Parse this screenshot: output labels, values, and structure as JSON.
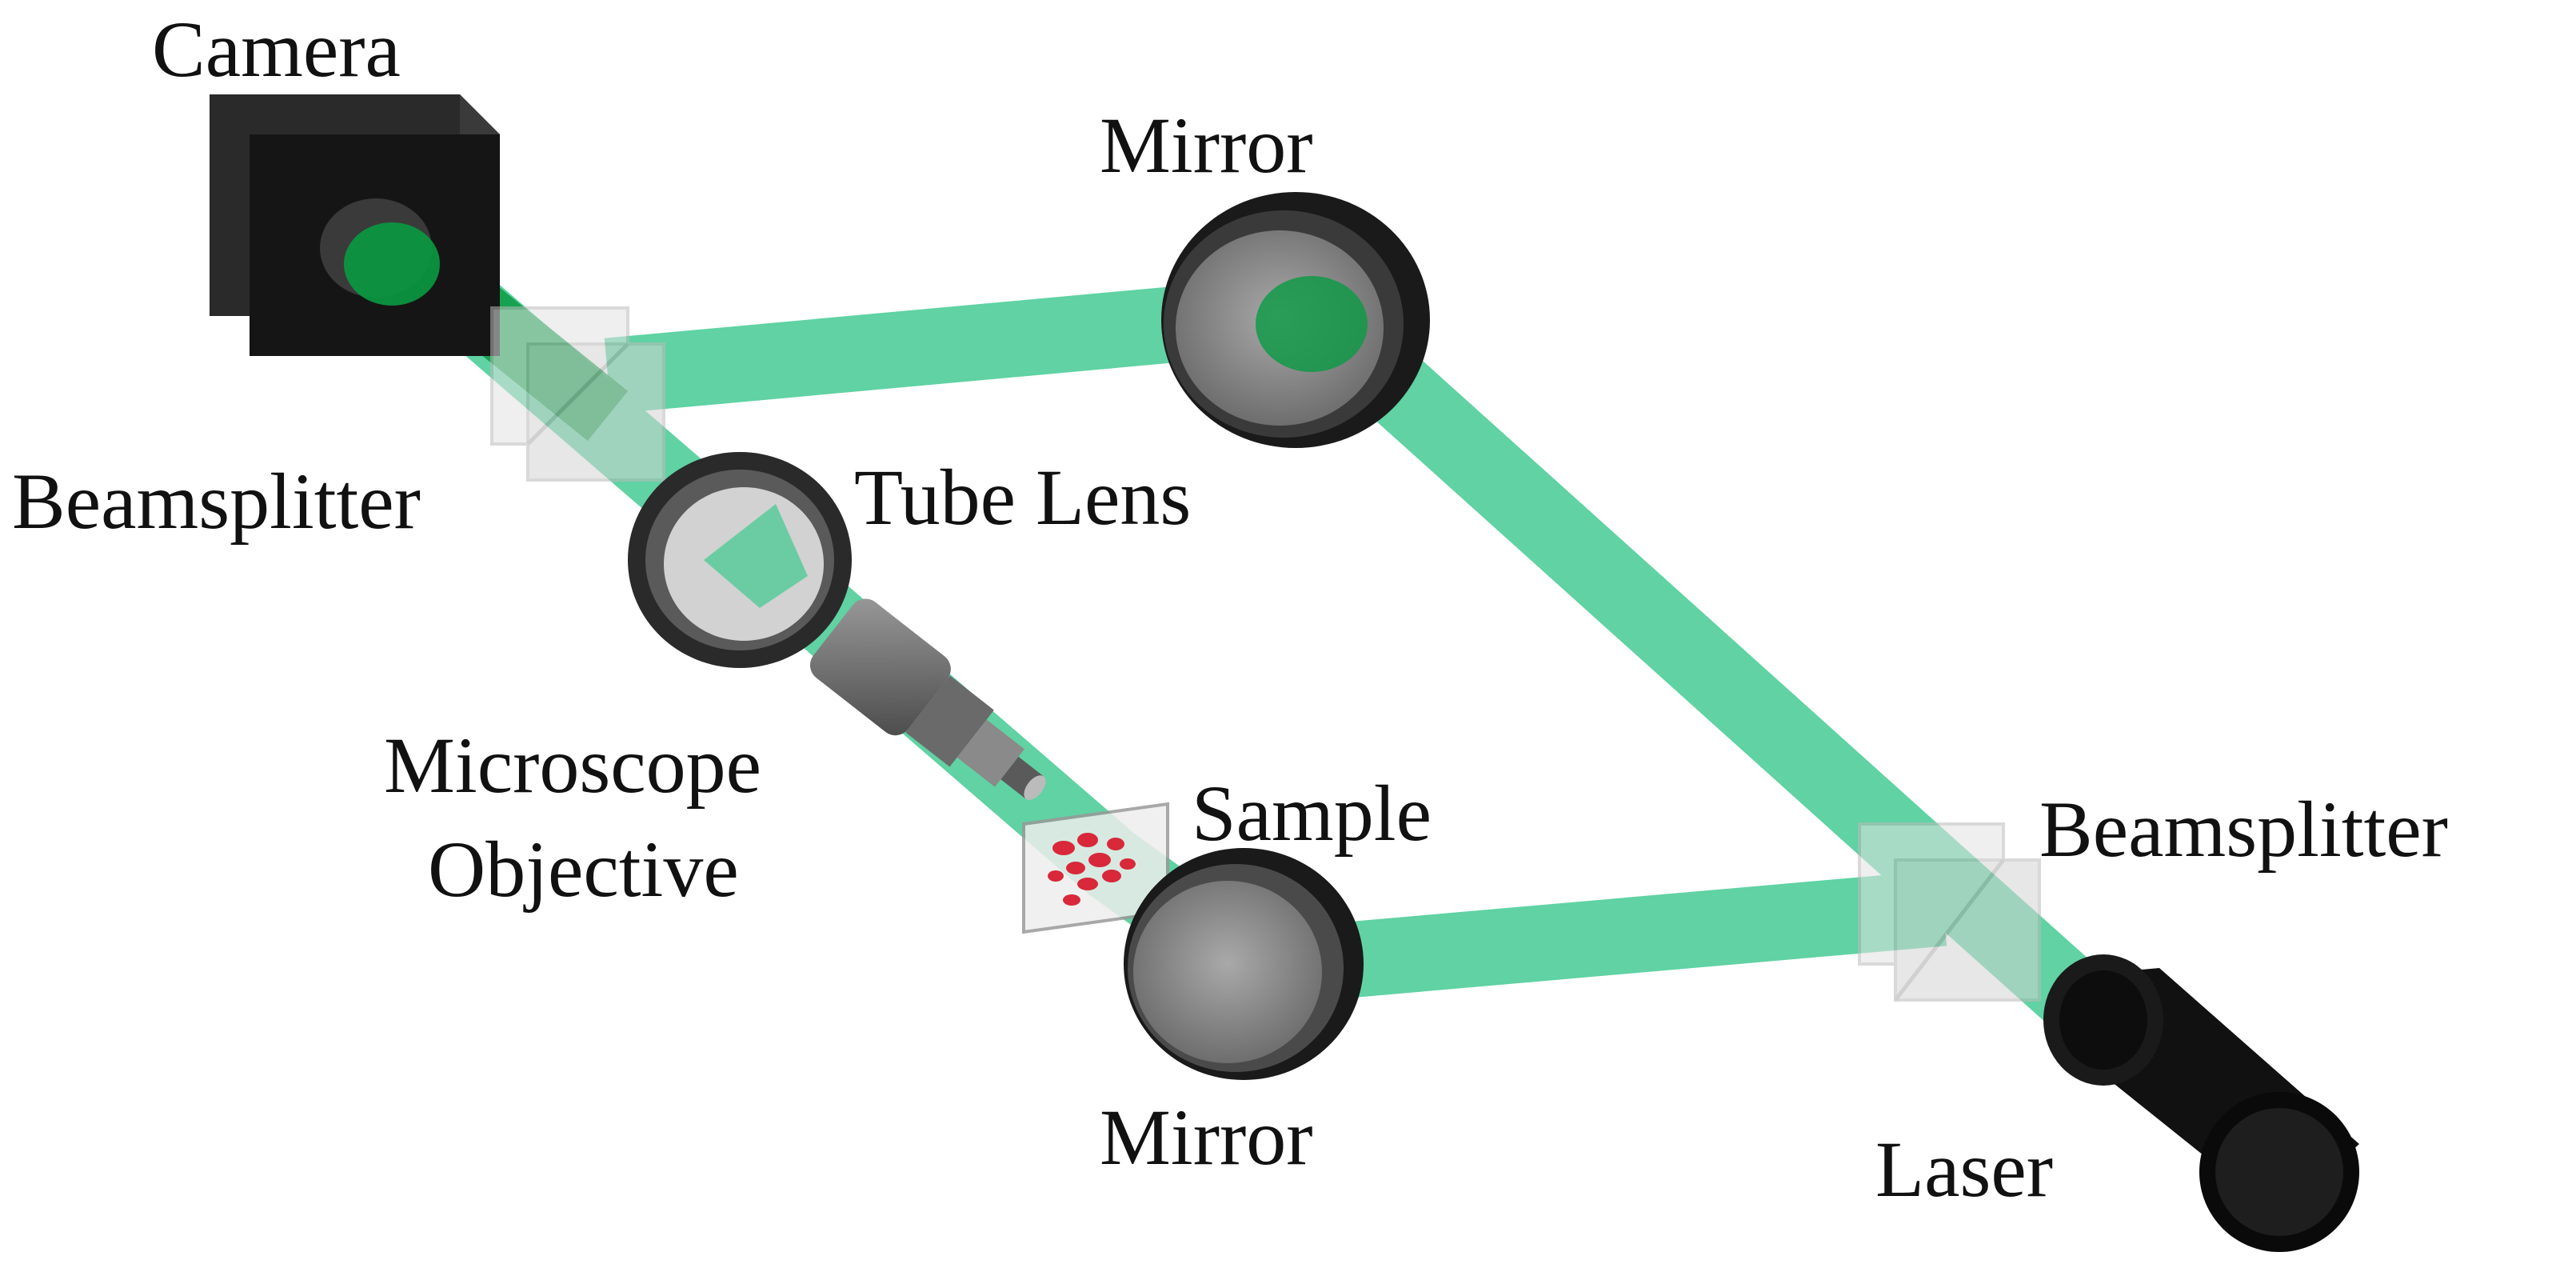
{
  "labels": {
    "camera": "Camera",
    "mirror_top": "Mirror",
    "beamsplitter_left": "Beamsplitter",
    "tube_lens": "Tube Lens",
    "microscope_objective_line1": "Microscope",
    "microscope_objective_line2": "Objective",
    "sample": "Sample",
    "beamsplitter_right": "Beamsplitter",
    "mirror_bottom": "Mirror",
    "laser": "Laser"
  },
  "colors": {
    "beam": "#3ec98f",
    "beam_core": "#0a9a43",
    "housing": "#151515",
    "optic_gray": "#8a8a8a",
    "cube": "#dcdcdc",
    "cells": "#d8283a"
  }
}
